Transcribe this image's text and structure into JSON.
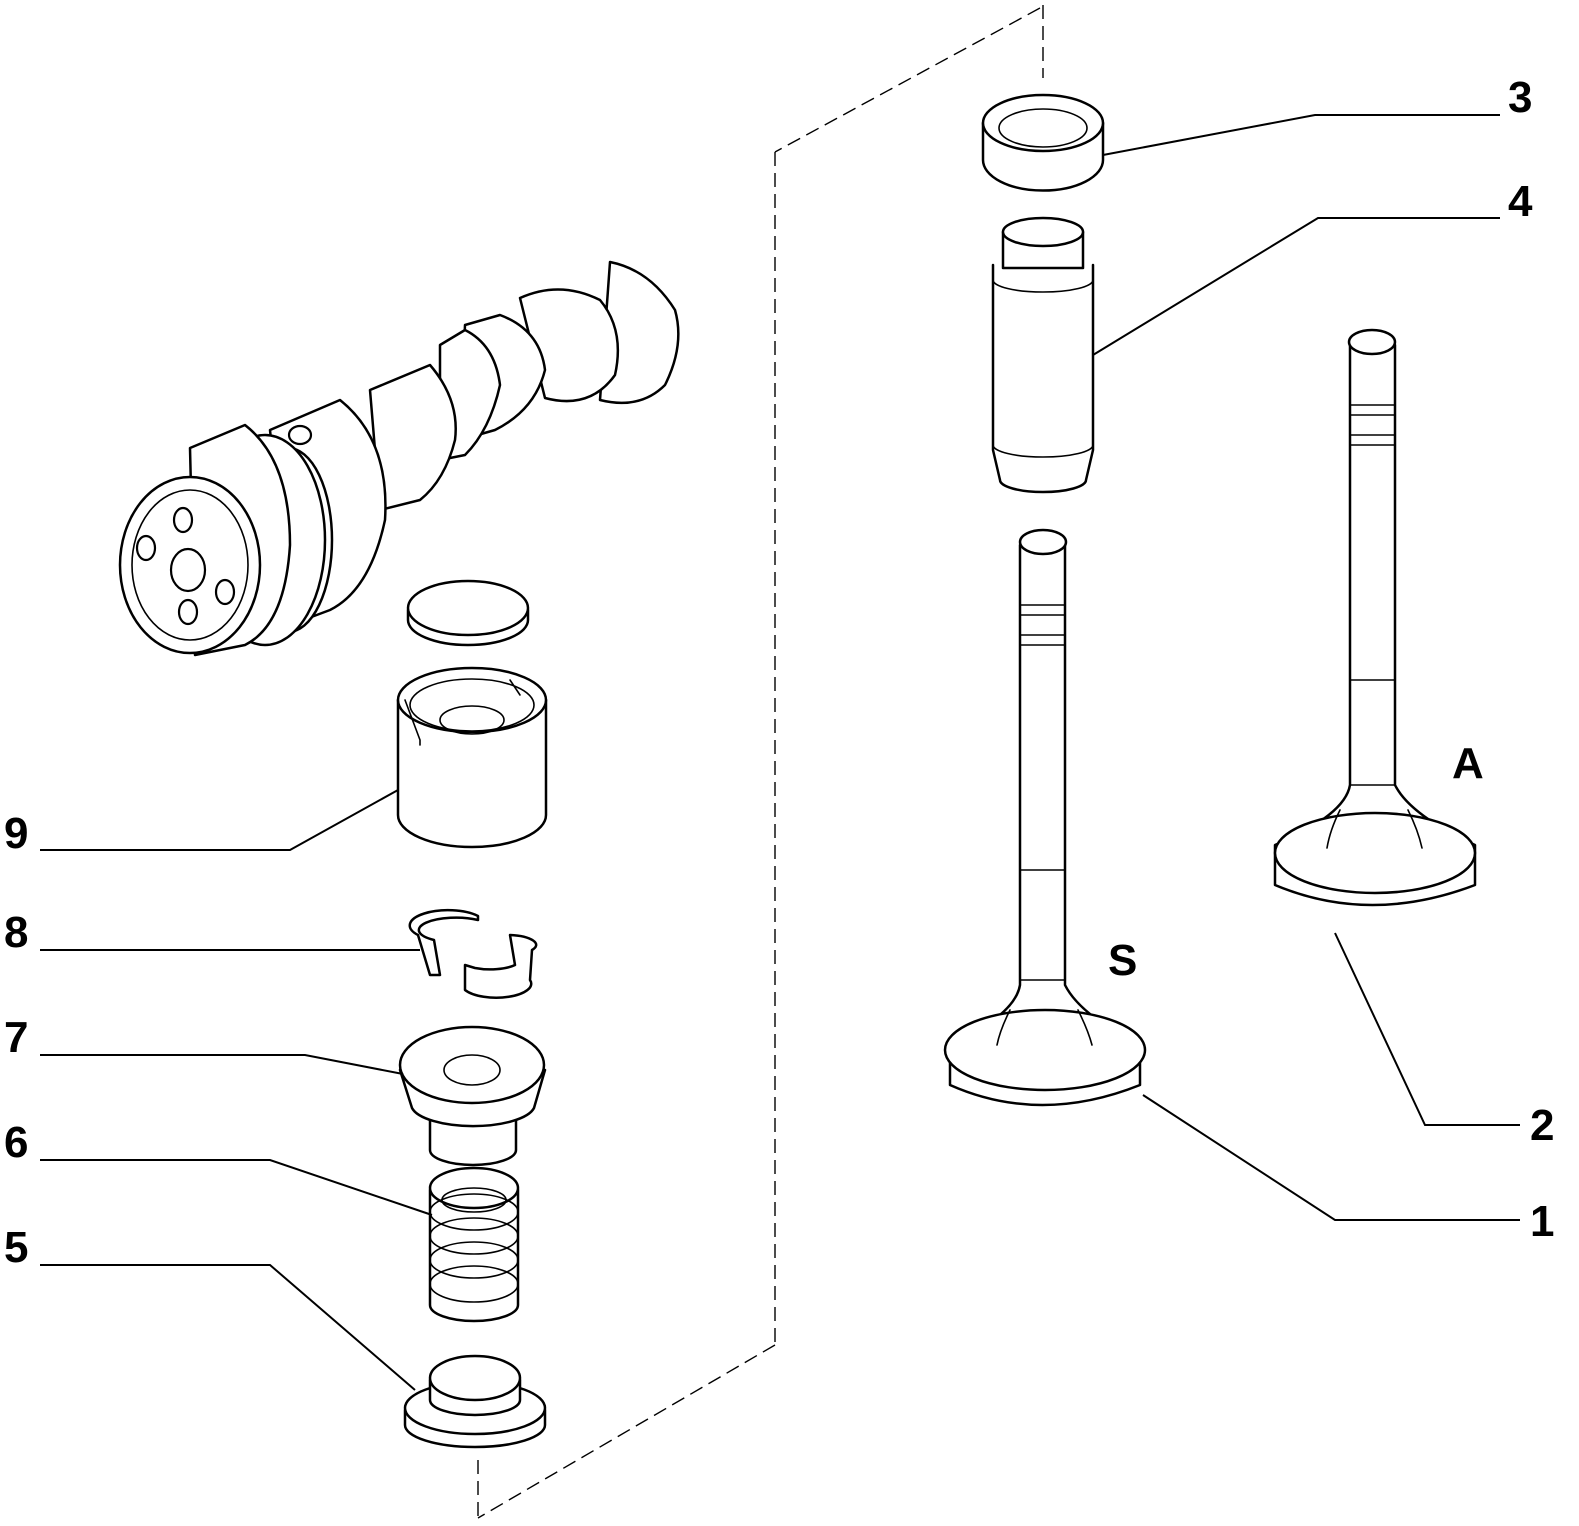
{
  "callouts": {
    "c1": "1",
    "c2": "2",
    "c3": "3",
    "c4": "4",
    "c5": "5",
    "c6": "6",
    "c7": "7",
    "c8": "8",
    "c9": "9"
  },
  "valve_labels": {
    "exhaust": "S",
    "intake": "A"
  }
}
